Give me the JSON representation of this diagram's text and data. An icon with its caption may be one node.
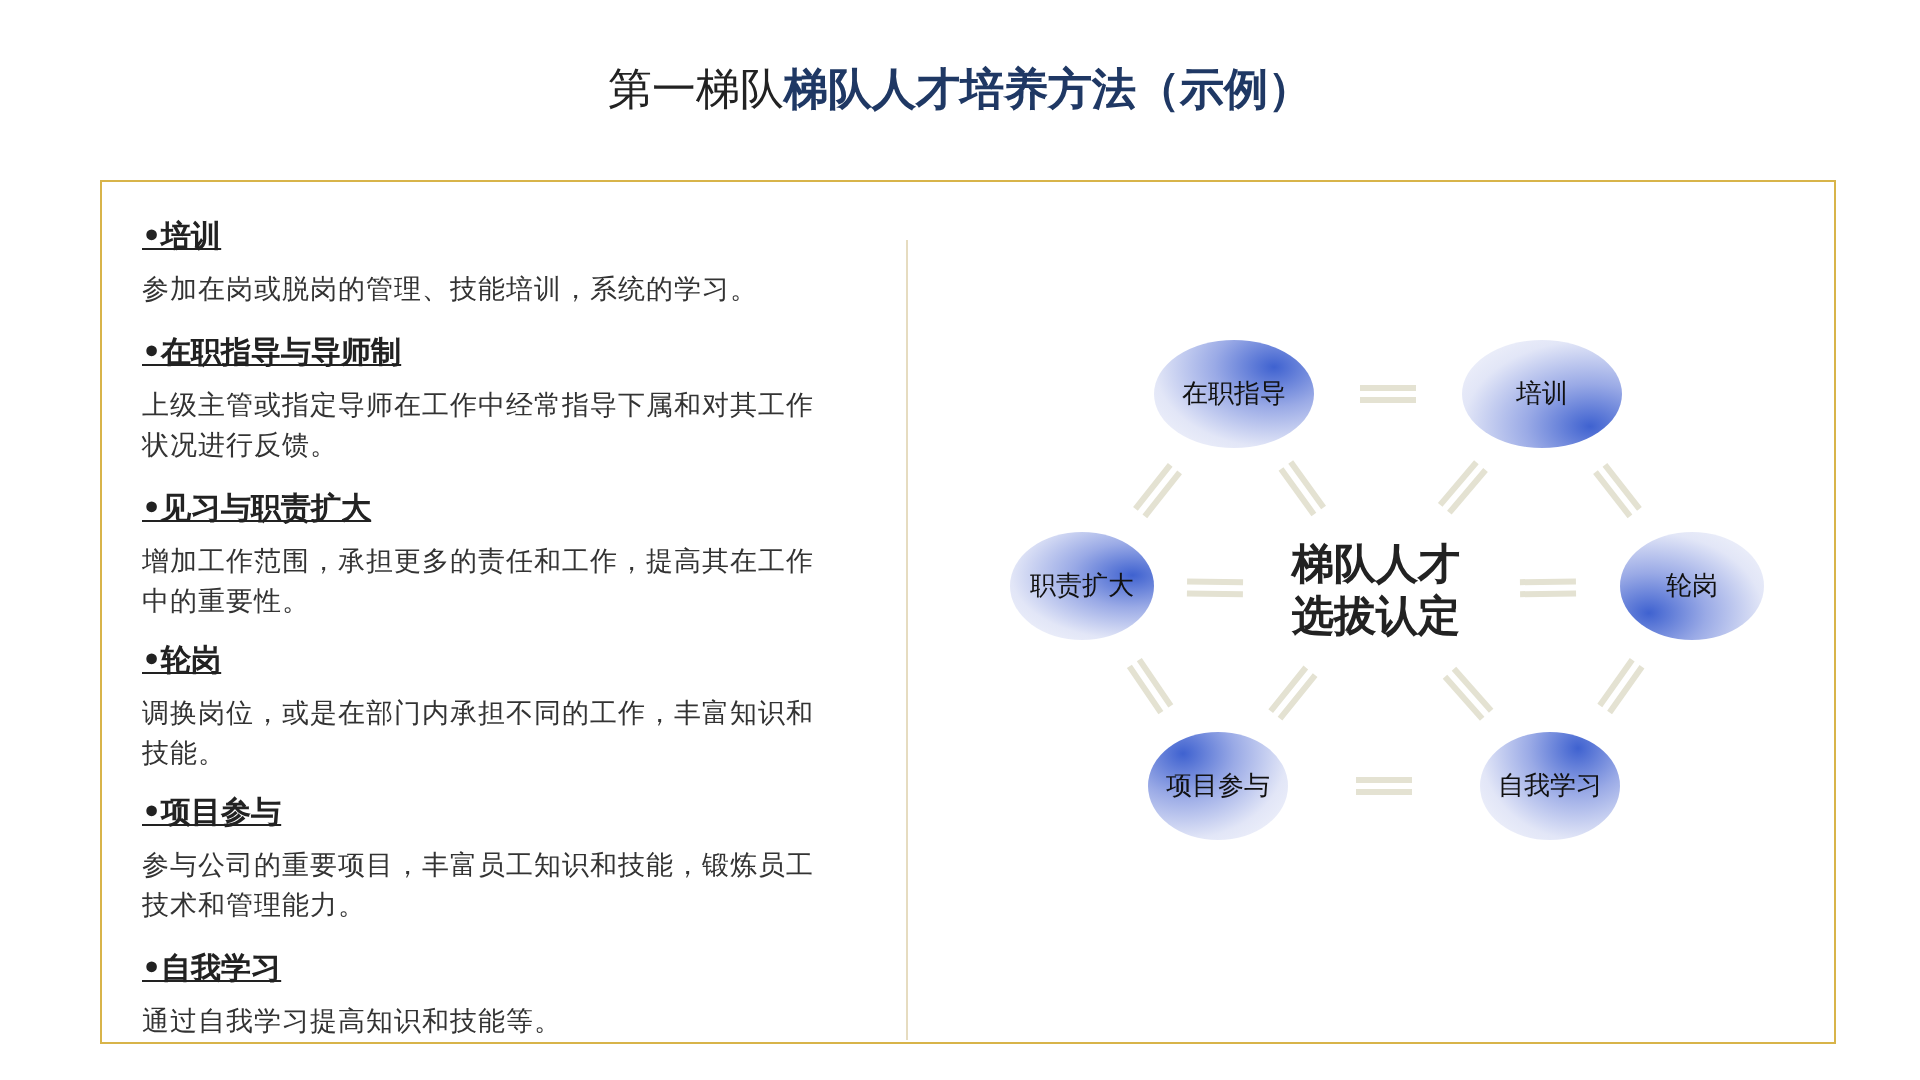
{
  "diagram": {
    "title": "第一梯队**梯队人才培养方法（示例）**",
    "nodes": [
      {
        "text": [
          "在职指导"
        ]
      },
      {
        "text": [
          "培训"
        ]
      },
      {
        "text": [
          "职责扩大"
        ]
      },
      {
        "text": [
          "梯队人才选拔认定"
        ]
      },
      {
        "text": [
          "轮岗"
        ]
      },
      {
        "text": [
          "项目参与"
        ]
      },
      {
        "text": [
          "自我学习"
        ]
      }
    ],
    "edges": [
      {
        "from": 0,
        "to": 1,
        "arrow": "none"
      },
      {
        "from": 1,
        "to": 4,
        "arrow": "none"
      },
      {
        "from": 4,
        "to": 6,
        "arrow": "none"
      },
      {
        "from": 6,
        "to": 5,
        "arrow": "none"
      },
      {
        "from": 5,
        "to": 2,
        "arrow": "none"
      },
      {
        "from": 2,
        "to": 0,
        "arrow": "none"
      },
      {
        "from": 3,
        "to": 0,
        "arrow": "none"
      },
      {
        "from": 3,
        "to": 1,
        "arrow": "none"
      },
      {
        "from": 3,
        "to": 2,
        "arrow": "none"
      },
      {
        "from": 3,
        "to": 4,
        "arrow": "none"
      },
      {
        "from": 3,
        "to": 5,
        "arrow": "none"
      },
      {
        "from": 3,
        "to": 6,
        "arrow": "none"
      }
    ],
    "labels": [
      "•培训",
      "参加在岗或脱岗的管理、技能培训，系统的学习。",
      "•在职指导与导师制",
      "上级主管或指定导师在工作中经常指导下属和对其工作状况进行反馈。",
      "•见习与职责扩大",
      "增加工作范围，承担更多的责任和工作，提高其在工作中的重要性。",
      "•轮岗",
      "调换岗位，或是在部门内承担不同的工作，丰富知识和技能。",
      "•项目参与",
      "参与公司的重要项目，丰富员工知识和技能，锻炼员工技术和管理能力。",
      "•自我学习",
      "通过自我学习提高知识和技能等。"
    ]
  }
}
